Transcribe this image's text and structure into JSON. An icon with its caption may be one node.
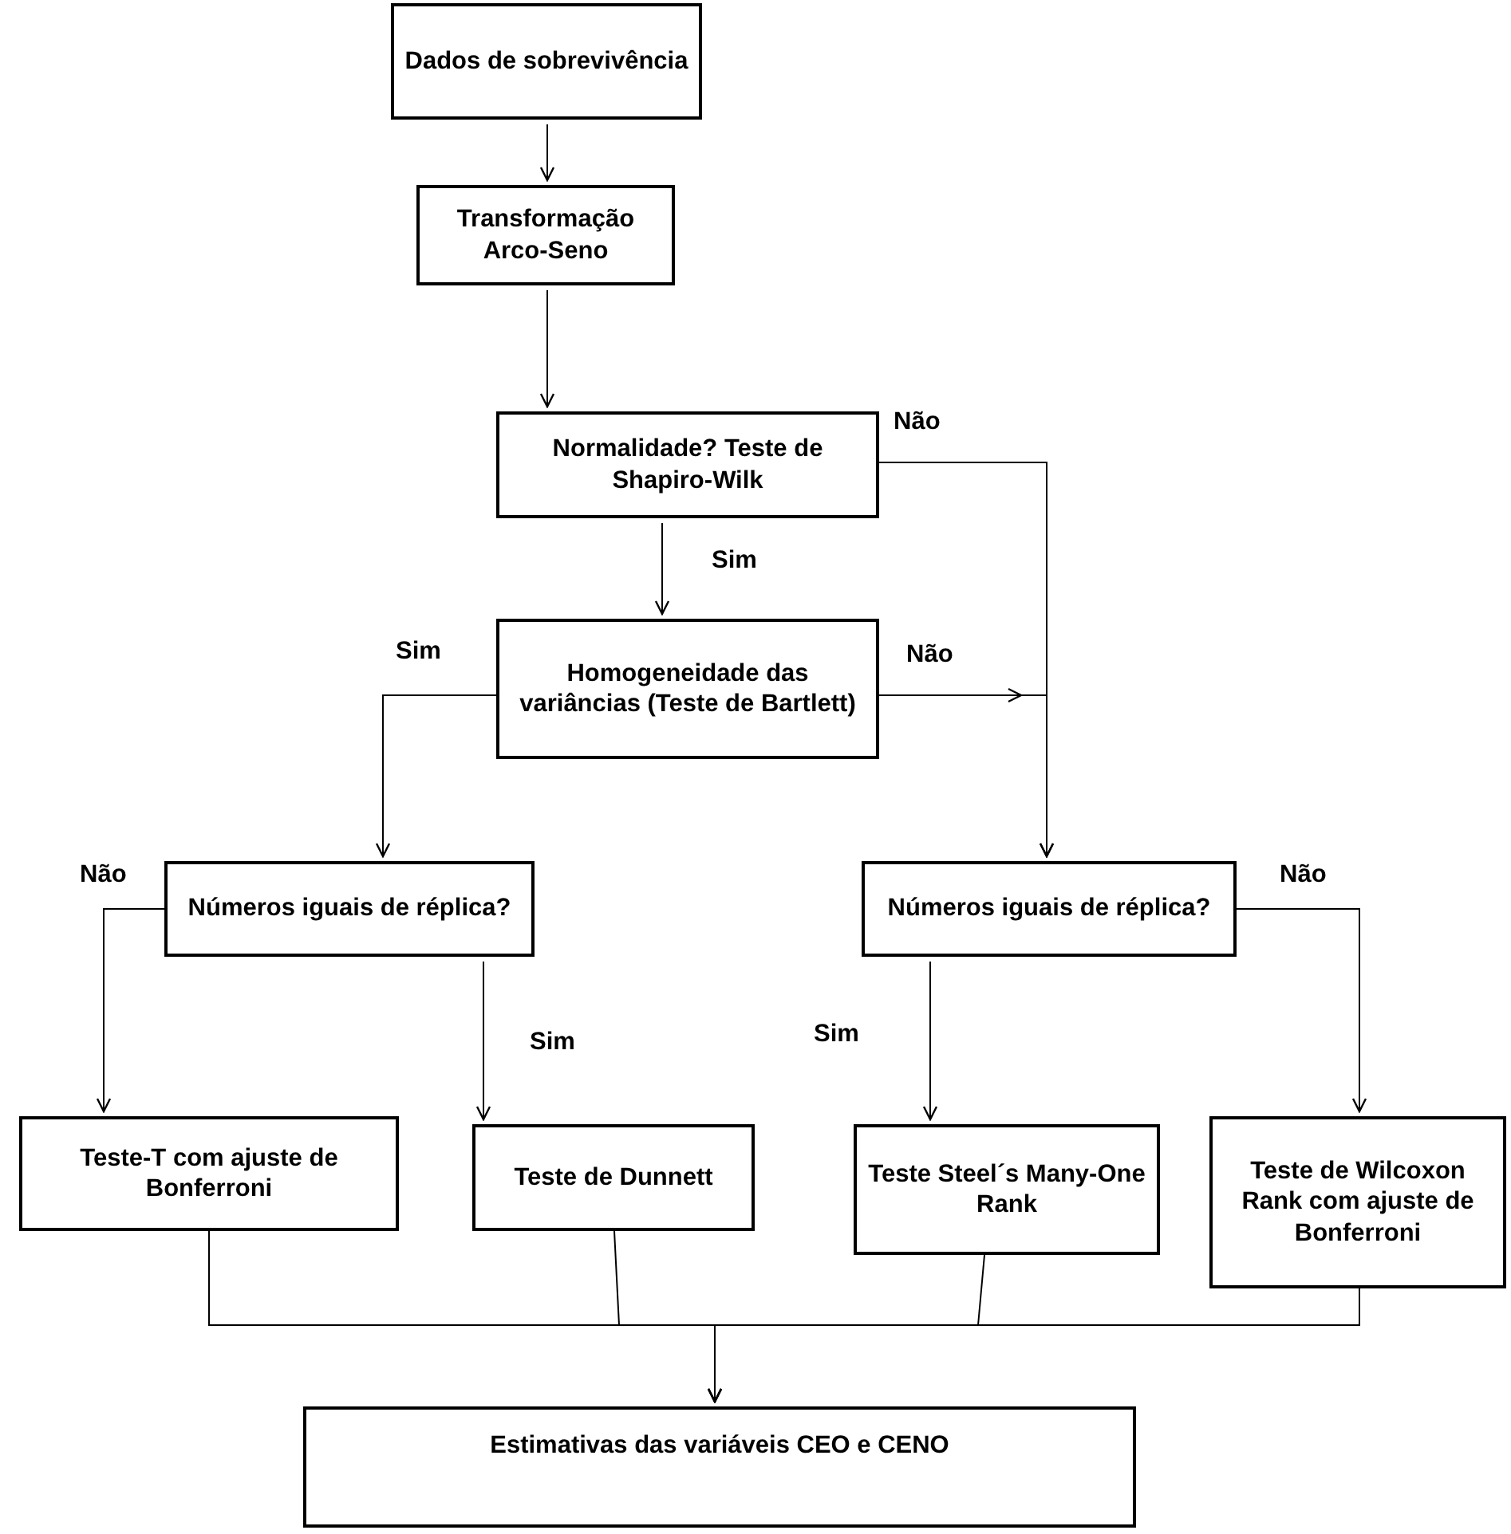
{
  "diagram": {
    "nodes": [
      {
        "text": [
          "Dados de sobrevivência"
        ]
      },
      {
        "text": [
          "Transformação Arco-Seno"
        ]
      },
      {
        "text": [
          "Normalidade? Teste de Shapiro-Wilk"
        ]
      },
      {
        "text": [
          "Homogeneidade das variâncias (Teste de Bartlett)"
        ]
      },
      {
        "text": [
          "Números iguais de réplica?"
        ]
      },
      {
        "text": [
          "Números iguais de réplica?"
        ]
      },
      {
        "text": [
          "Teste-T com ajuste de Bonferroni"
        ]
      },
      {
        "text": [
          "Teste de Dunnett"
        ]
      },
      {
        "text": [
          "Teste Steel´s Many-One Rank"
        ]
      },
      {
        "text": [
          "Teste de Wilcoxon Rank com ajuste de Bonferroni"
        ]
      },
      {
        "text": [
          "Estimativas das variáveis CEO e CENO"
        ]
      }
    ],
    "edges": [
      {
        "from": 0,
        "to": 1,
        "arrow": "to"
      },
      {
        "from": 1,
        "to": 2,
        "arrow": "to"
      },
      {
        "from": 2,
        "to": 3,
        "arrow": "to",
        "label": "Sim"
      },
      {
        "from": 2,
        "to": 5,
        "arrow": "to",
        "label": "Não"
      },
      {
        "from": 3,
        "to": 4,
        "arrow": "to",
        "label": "Sim"
      },
      {
        "from": 3,
        "to": 5,
        "arrow": "to",
        "label": "Não"
      },
      {
        "from": 4,
        "to": 6,
        "arrow": "to",
        "label": "Não"
      },
      {
        "from": 4,
        "to": 7,
        "arrow": "to",
        "label": "Sim"
      },
      {
        "from": 5,
        "to": 8,
        "arrow": "to",
        "label": "Sim"
      },
      {
        "from": 5,
        "to": 9,
        "arrow": "to",
        "label": "Não"
      },
      {
        "from": 6,
        "to": 10,
        "arrow": "to"
      },
      {
        "from": 7,
        "to": 10,
        "arrow": "to"
      },
      {
        "from": 8,
        "to": 10,
        "arrow": "to"
      },
      {
        "from": 9,
        "to": 10,
        "arrow": "to"
      }
    ]
  }
}
